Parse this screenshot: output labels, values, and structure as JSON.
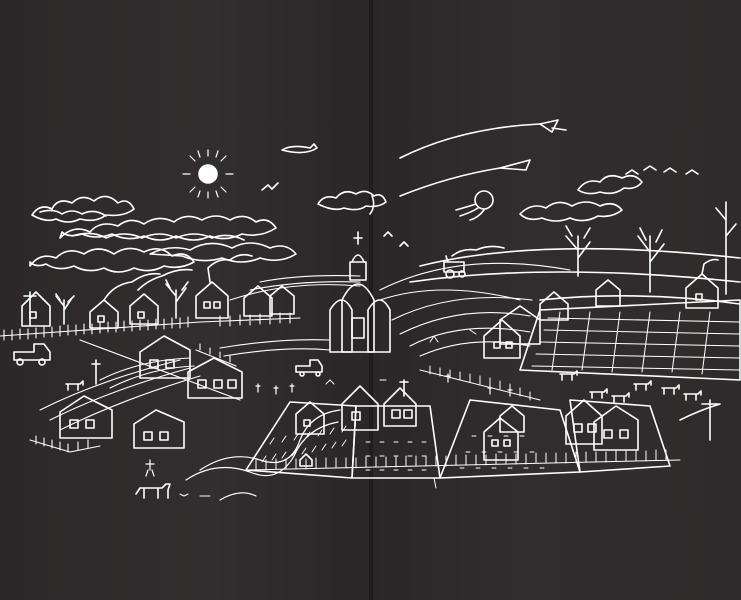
{
  "illustration": {
    "kind": "chalk-style line drawing of a rural village landscape on a dark book-page spread",
    "ink_color": "#ffffff",
    "paper_color": "#2d2a2b",
    "subjects": [
      "sun-icon",
      "clouds",
      "airplanes",
      "rockets",
      "church",
      "houses",
      "fences",
      "fields",
      "trees",
      "cows",
      "road",
      "river"
    ]
  }
}
